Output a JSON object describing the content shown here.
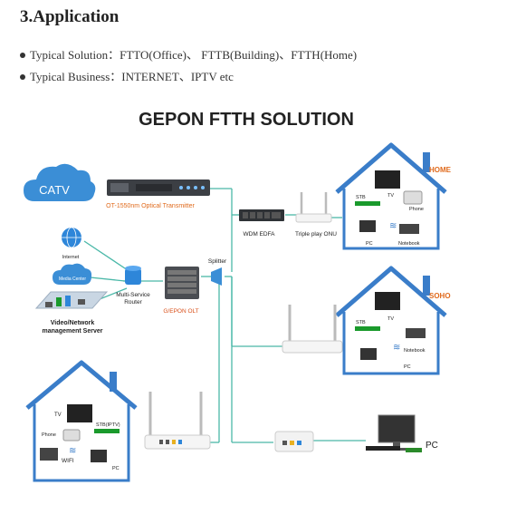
{
  "section": {
    "heading": "3.Application",
    "bullets": [
      "Typical Solution：FTTO(Office)、 FTTB(Building)、FTTH(Home)",
      "Typical Business：INTERNET、IPTV etc"
    ]
  },
  "diagram": {
    "title": "GEPON FTTH SOLUTION",
    "labels": {
      "catv": "CATV",
      "transmitter": "OT-1550nm Optical Transmitter",
      "wdm_edfa": "WDM EDFA",
      "triple_play_onu": "Triple play ONU",
      "internet": "Internet",
      "media_center": "Media Center",
      "router": "Multi-Service\nRouter",
      "mgmt_server": "Video/Network\nmanagement Server",
      "splitter": "Splitter",
      "olt": "G/EPON OLT",
      "home": "HOME",
      "soho": "SOHO",
      "home_stb": "STB",
      "home_tv": "TV",
      "home_phone": "Phone",
      "home_pc": "PC",
      "home_notebook": "Notebook",
      "soho_stb": "STB",
      "soho_tv": "TV",
      "soho_notebook": "Notebook",
      "soho_pc": "PC",
      "left_tv": "TV",
      "left_stb": "STB(IPTV)",
      "left_phone": "Phone",
      "left_wifi": "WIFI",
      "left_pc": "PC",
      "pc": "PC"
    },
    "colors": {
      "house": "#3a7dc9",
      "fiber": "#4ab8a8",
      "cloud": "#3b8ed6",
      "accent_orange": "#e06a1c",
      "olt_label": "#d9501a"
    }
  }
}
